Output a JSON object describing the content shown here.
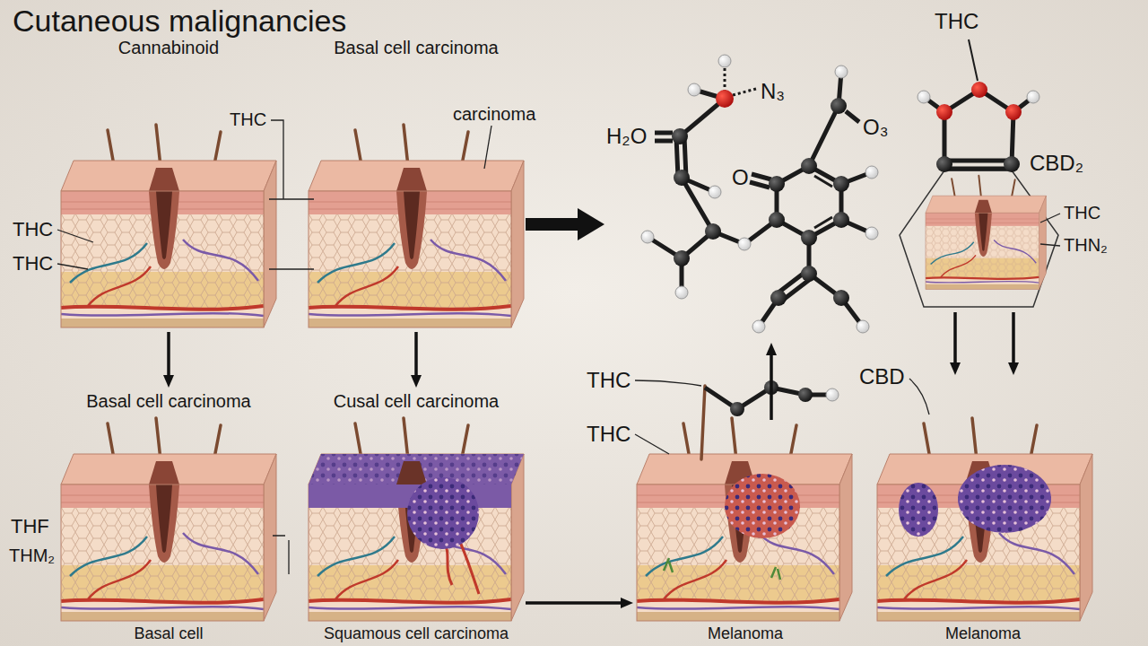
{
  "diagram": {
    "title": "Cutaneous malignancies",
    "nodes": [
      {
        "text": [
          "Cannabinoid"
        ]
      },
      {
        "text": [
          "Basal cell carcinoma"
        ]
      },
      {
        "text": [
          "H₂O",
          "N₃",
          "O",
          "O₃"
        ]
      },
      {
        "text": [
          "THC",
          "CBD₂"
        ]
      },
      {
        "text": [
          "Basal cell carcinoma",
          "Basal cell"
        ]
      },
      {
        "text": [
          "Cusal cell carcinoma",
          "Squamous cell carcinoma"
        ]
      },
      {
        "text": [
          "Melanoma"
        ]
      },
      {
        "text": [
          "Melanoma"
        ]
      }
    ],
    "edges": [
      {
        "from": 0,
        "to": 4,
        "arrow": "to"
      },
      {
        "from": 1,
        "to": 5,
        "arrow": "to"
      },
      {
        "from": 1,
        "to": 2,
        "arrow": "to"
      },
      {
        "from": 5,
        "to": 6,
        "arrow": "to"
      },
      {
        "from": 6,
        "to": 2,
        "arrow": "to"
      },
      {
        "from": 3,
        "to": 7,
        "arrow": "to"
      },
      {
        "from": 3,
        "to": 7,
        "arrow": "to"
      }
    ],
    "labels": [
      "THC",
      "carcinoma",
      "THC",
      "THC",
      "THC",
      "THN₂",
      "THF",
      "THM₂",
      "THC",
      "THC",
      "CBD"
    ]
  }
}
